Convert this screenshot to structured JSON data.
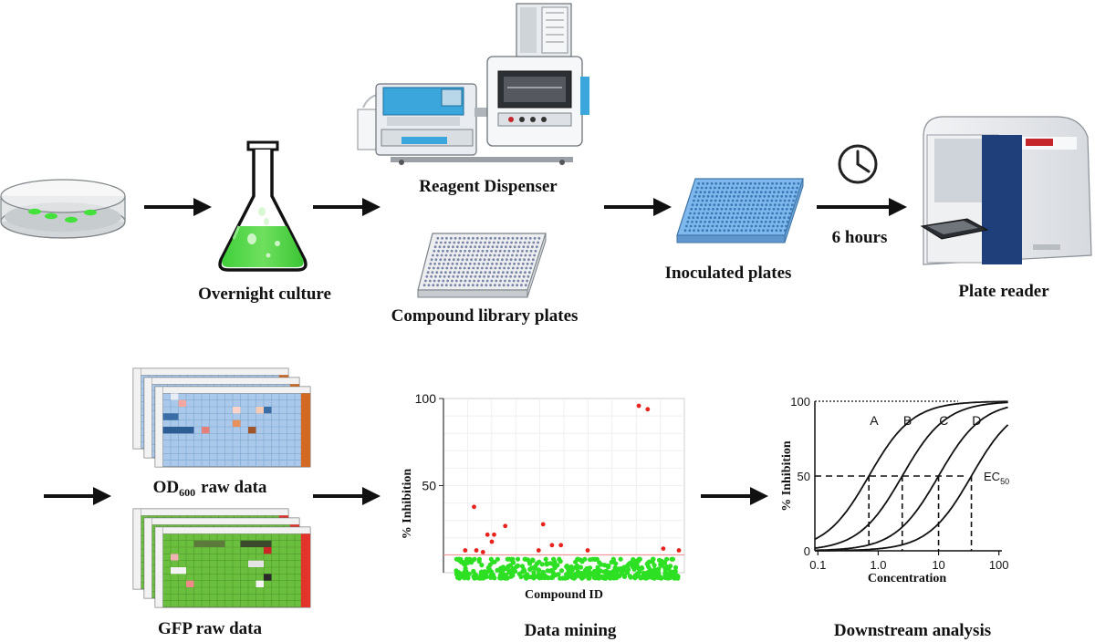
{
  "labels": {
    "overnight_culture": "Overnight culture",
    "reagent_dispenser": "Reagent Dispenser",
    "compound_library_plates": "Compound library plates",
    "inoculated_plates": "Inoculated plates",
    "incubation_time": "6 hours",
    "plate_reader": "Plate reader",
    "od_raw_data_prefix": "OD",
    "od_raw_data_sub": "600",
    "od_raw_data_suffix": "raw data",
    "gfp_raw_data": "GFP raw data",
    "data_mining": "Data mining",
    "downstream_analysis": "Downstream analysis"
  },
  "icons": [
    "petri-dish-icon",
    "flask-icon",
    "reagent-dispenser-icon",
    "well-plate-icon",
    "clock-icon",
    "plate-reader-icon",
    "heatmap-icon"
  ],
  "colors": {
    "culture_green": "#4fd645",
    "plate_blue": "#7cb6ea",
    "hit_red": "#e8231e",
    "nonhit_green": "#2ee023",
    "reader_blue": "#1f3f7a"
  },
  "chart_data": [
    {
      "type": "scatter",
      "xlabel": "Compound ID",
      "ylabel": "% Inhibition",
      "yticks": [
        "50",
        "100"
      ],
      "ylim": [
        0,
        100
      ],
      "threshold": 15,
      "grid": true,
      "hit_points": [
        [
          4,
          17
        ],
        [
          9,
          17
        ],
        [
          8,
          42
        ],
        [
          12,
          16
        ],
        [
          14,
          26
        ],
        [
          17,
          26
        ],
        [
          16,
          22
        ],
        [
          22,
          31
        ],
        [
          39,
          32
        ],
        [
          37,
          17
        ],
        [
          43,
          20
        ],
        [
          47,
          20
        ],
        [
          59,
          17
        ],
        [
          82,
          100
        ],
        [
          86,
          98
        ],
        [
          93,
          18
        ],
        [
          100,
          17
        ]
      ],
      "nonhit_count": 480,
      "nonhit_range": [
        2,
        13
      ]
    },
    {
      "type": "line",
      "xlabel": "Concentration",
      "ylabel": "% Inhibition",
      "xscale": "log",
      "xticks": [
        "0.1",
        "1.0",
        "10",
        "100"
      ],
      "yticks": [
        "0",
        "50",
        "100"
      ],
      "ylim": [
        0,
        100
      ],
      "series": [
        {
          "name": "A",
          "ec50": 0.7
        },
        {
          "name": "B",
          "ec50": 2.5
        },
        {
          "name": "C",
          "ec50": 10
        },
        {
          "name": "D",
          "ec50": 35
        }
      ],
      "annotation": "EC",
      "annotation_sub": "50"
    }
  ]
}
